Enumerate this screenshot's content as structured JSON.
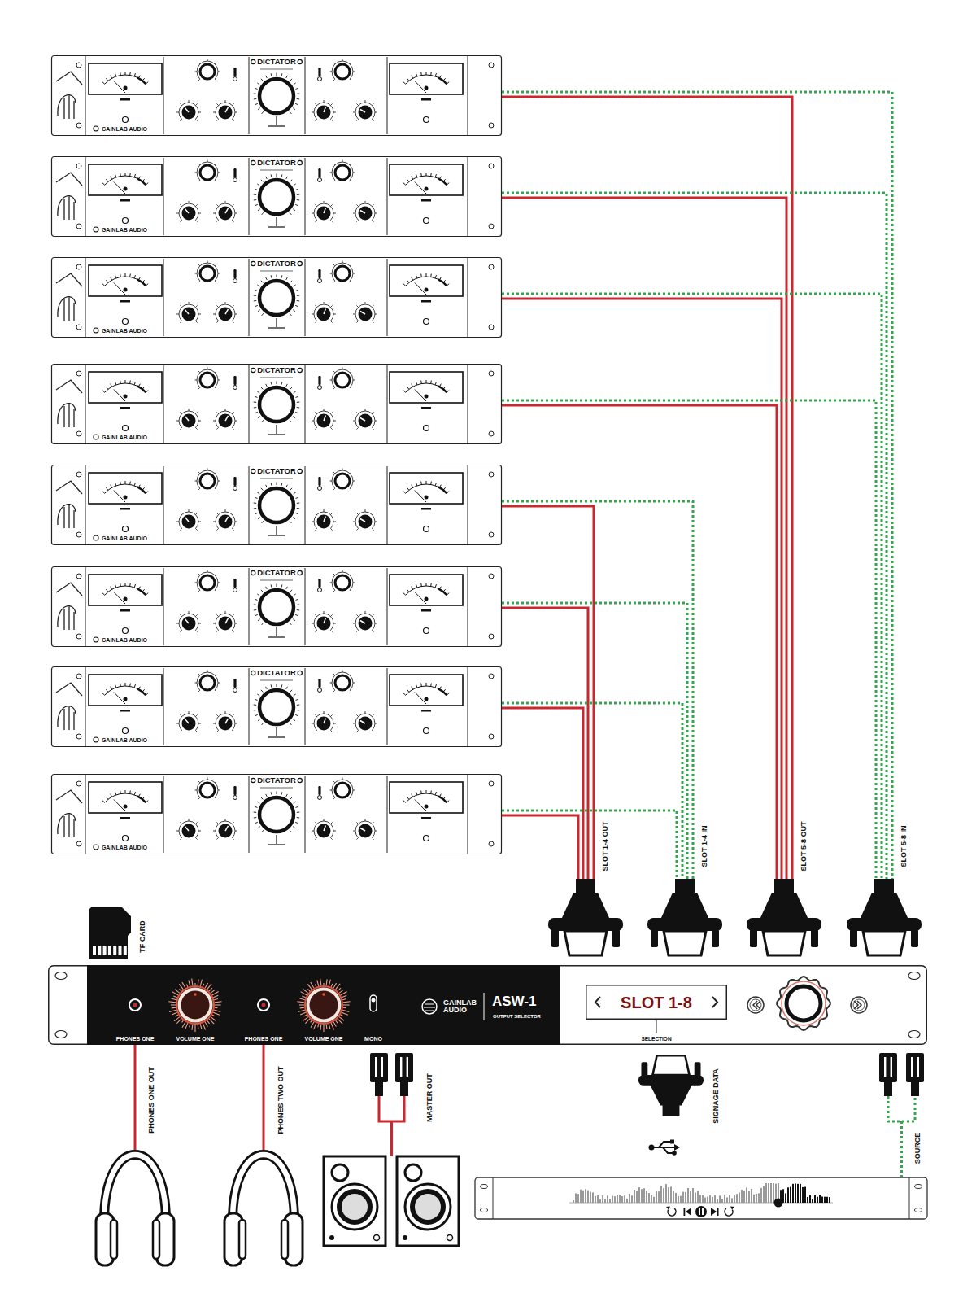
{
  "diagram": {
    "nodes": [
      {
        "text": [
          "DICTATOR",
          "GAINLAB AUDIO"
        ]
      },
      {
        "text": [
          "DICTATOR",
          "GAINLAB AUDIO"
        ]
      },
      {
        "text": [
          "DICTATOR",
          "GAINLAB AUDIO"
        ]
      },
      {
        "text": [
          "DICTATOR",
          "GAINLAB AUDIO"
        ]
      },
      {
        "text": [
          "DICTATOR",
          "GAINLAB AUDIO"
        ]
      },
      {
        "text": [
          "DICTATOR",
          "GAINLAB AUDIO"
        ]
      },
      {
        "text": [
          "DICTATOR",
          "GAINLAB AUDIO"
        ]
      },
      {
        "text": [
          "DICTATOR",
          "GAINLAB AUDIO"
        ]
      },
      {
        "text": [
          "SLOT 1-4 OUT"
        ]
      },
      {
        "text": [
          "SLOT 1-4 IN"
        ]
      },
      {
        "text": [
          "SLOT 5-8 OUT"
        ]
      },
      {
        "text": [
          "SLOT 5-8 IN"
        ]
      },
      {
        "text": [
          "PHONES ONE",
          "VOLUME ONE",
          "PHONES ONE",
          "VOLUME ONE",
          "MONO",
          "GAINLAB AUDIO",
          "ASW-1",
          "OUTPUT SELECTOR"
        ]
      },
      {
        "text": [
          "SLOT 1-8"
        ],
        "in": 12
      }
    ],
    "edges": [
      {
        "from": 0,
        "to": 10,
        "arrow": "none"
      },
      {
        "from": 0,
        "to": 11,
        "arrow": "none"
      },
      {
        "from": 1,
        "to": 10,
        "arrow": "none"
      },
      {
        "from": 1,
        "to": 11,
        "arrow": "none"
      },
      {
        "from": 2,
        "to": 10,
        "arrow": "none"
      },
      {
        "from": 2,
        "to": 11,
        "arrow": "none"
      },
      {
        "from": 3,
        "to": 10,
        "arrow": "none"
      },
      {
        "from": 3,
        "to": 11,
        "arrow": "none"
      },
      {
        "from": 4,
        "to": 8,
        "arrow": "none"
      },
      {
        "from": 4,
        "to": 9,
        "arrow": "none"
      },
      {
        "from": 5,
        "to": 8,
        "arrow": "none"
      },
      {
        "from": 5,
        "to": 9,
        "arrow": "none"
      },
      {
        "from": 6,
        "to": 8,
        "arrow": "none"
      },
      {
        "from": 6,
        "to": 9,
        "arrow": "none"
      },
      {
        "from": 7,
        "to": 8,
        "arrow": "none"
      },
      {
        "from": 7,
        "to": 9,
        "arrow": "none"
      }
    ],
    "labels": [
      "TF CARD",
      "SELECTION",
      "PHONES ONE OUT",
      "PHONES TWO OUT",
      "MASTER OUT",
      "SIGNAGE DATA",
      "SOURCE"
    ]
  }
}
